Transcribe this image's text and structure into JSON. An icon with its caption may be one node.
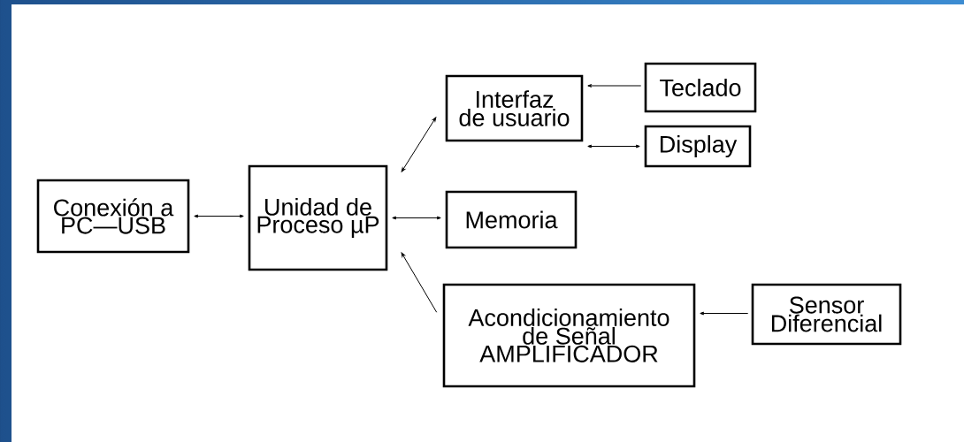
{
  "diagram": {
    "nodes": [
      {
        "text": [
          "Conexión a PC—USB"
        ]
      },
      {
        "text": [
          "Unidad de Proceso µP"
        ]
      },
      {
        "text": [
          "Interfaz de usuario"
        ]
      },
      {
        "text": [
          "Teclado"
        ]
      },
      {
        "text": [
          "Display"
        ]
      },
      {
        "text": [
          "Memoria"
        ]
      },
      {
        "text": [
          "Acondicionamiento de Señal AMPLIFICADOR"
        ]
      },
      {
        "text": [
          "Sensor Diferencial"
        ]
      }
    ],
    "edges": [
      {
        "from": 0,
        "to": 1,
        "arrow": "both"
      },
      {
        "from": 1,
        "to": 2,
        "arrow": "both"
      },
      {
        "from": 1,
        "to": 5,
        "arrow": "both"
      },
      {
        "from": 6,
        "to": 1,
        "arrow": "to"
      },
      {
        "from": 3,
        "to": 2,
        "arrow": "to"
      },
      {
        "from": 2,
        "to": 4,
        "arrow": "both"
      },
      {
        "from": 7,
        "to": 6,
        "arrow": "to"
      }
    ]
  }
}
